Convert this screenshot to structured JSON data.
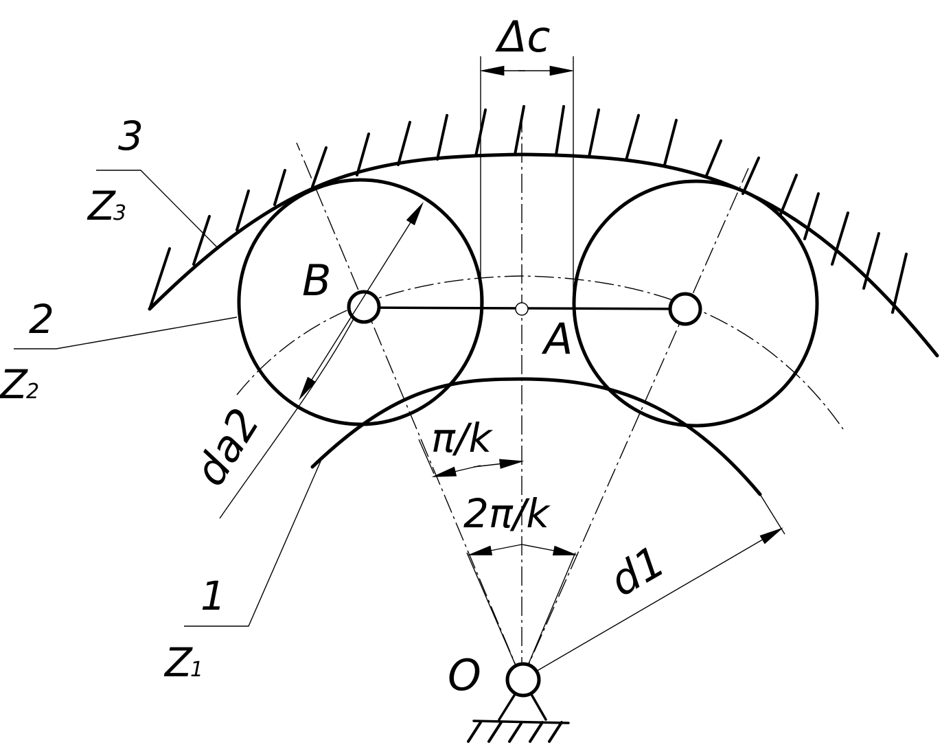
{
  "labels": {
    "delta_c": "Δc",
    "B": "B",
    "A": "A",
    "O": "O",
    "pi_k": "π/k",
    "two_pi_k": "2π/k",
    "d1": "d1",
    "da2": "da2",
    "part3_num": "3",
    "part3_z": "Z",
    "part3_sub": "3",
    "part2_num": "2",
    "part2_z": "Z",
    "part2_sub": "2",
    "part1_num": "1",
    "part1_z": "Z",
    "part1_sub": "1"
  },
  "colors": {
    "ink": "#000000",
    "paper": "#ffffff"
  }
}
